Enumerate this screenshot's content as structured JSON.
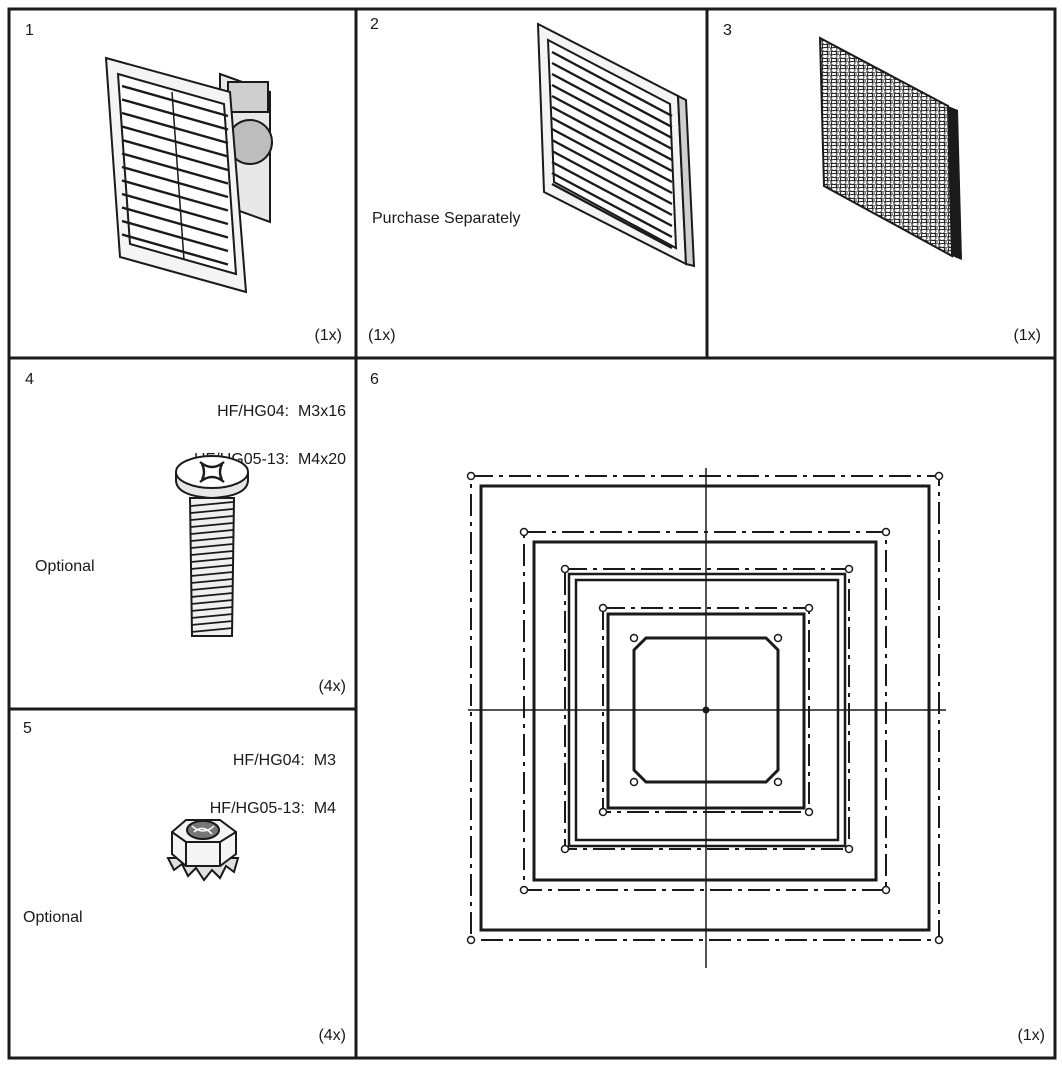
{
  "panels": [
    {
      "number": "1",
      "quantity": "(1x)"
    },
    {
      "number": "2",
      "quantity": "(1x)",
      "note": "Purchase Separately"
    },
    {
      "number": "3",
      "quantity": "(1x)"
    },
    {
      "number": "4",
      "quantity": "(4x)",
      "note": "Optional",
      "spec": [
        "HF/HG04:  M3x16",
        "HF/HG05-13:  M4x20"
      ]
    },
    {
      "number": "5",
      "quantity": "(4x)",
      "note": "Optional",
      "spec": [
        "HF/HG04:  M3",
        "HF/HG05-13:  M4"
      ]
    },
    {
      "number": "6",
      "quantity": "(1x)"
    }
  ],
  "colors": {
    "line": "#1a1a1a",
    "background": "#ffffff"
  },
  "icons": [
    "fan-filter-unit-icon",
    "filter-grille-icon",
    "filter-mat-icon",
    "screw-icon",
    "nut-icon",
    "cutout-template-icon"
  ]
}
